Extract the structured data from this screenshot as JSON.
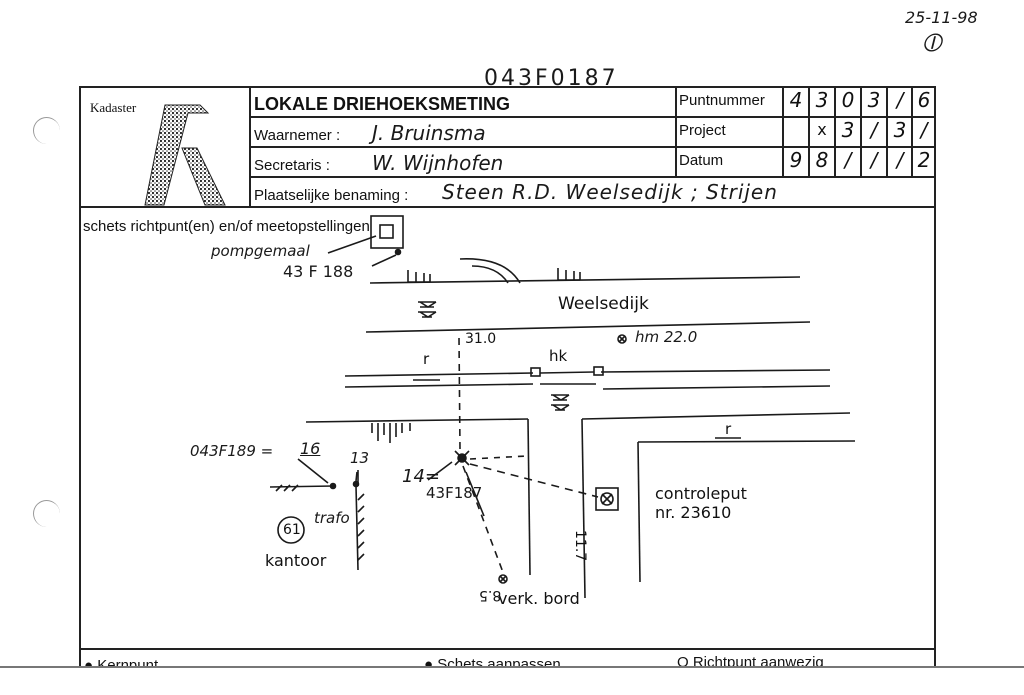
{
  "annotations": {
    "date_top": "25-11-98",
    "file_number": "043F0187"
  },
  "header": {
    "logo_text": "Kadaster",
    "title": "LOKALE DRIEHOEKSMETING",
    "observer_label": "Waarnemer :",
    "observer_value": "J. Bruinsma",
    "secretary_label": "Secretaris  :",
    "secretary_value": "W. Wijnhofen",
    "location_label": "Plaatselijke benaming :",
    "location_value": "Steen  R.D.  Weelsedijk ; Strijen",
    "point_label": "Puntnummer",
    "point_digits": [
      "4",
      "3",
      "0",
      "3",
      "/",
      "6"
    ],
    "project_label": "Project",
    "project_digits": [
      "",
      "x",
      "3",
      "/",
      "3",
      "/"
    ],
    "date_label": "Datum",
    "date_digits": [
      "9",
      "8",
      "/",
      "/",
      "/",
      "2"
    ]
  },
  "sketch": {
    "section_label": "schets richtpunt(en) en/of meetopstellingen",
    "pompgemaal": "pompgemaal",
    "point_43f188": "43 F 188",
    "road_name": "Weelsedijk",
    "measure_31": "31.0",
    "hm": "hm 22.0",
    "hk": "hk",
    "r1": "r",
    "r2": "r",
    "point_043f189": "043F189 =",
    "val16": "16",
    "val13": "13",
    "val14": "14=",
    "point_43f187": "43F187",
    "trafo": "trafo",
    "num61": "61",
    "kantoor": "kantoor",
    "controleput": "controleput",
    "controleput_nr": "nr. 23610",
    "val117": "11.7",
    "val85": "8.5",
    "verk_bord": "verk. bord"
  },
  "footer": {
    "kernpunt": "Kernpunt",
    "schets": "Schets aanpassen",
    "richtpunt": "O Richtpunt aanwezig"
  }
}
